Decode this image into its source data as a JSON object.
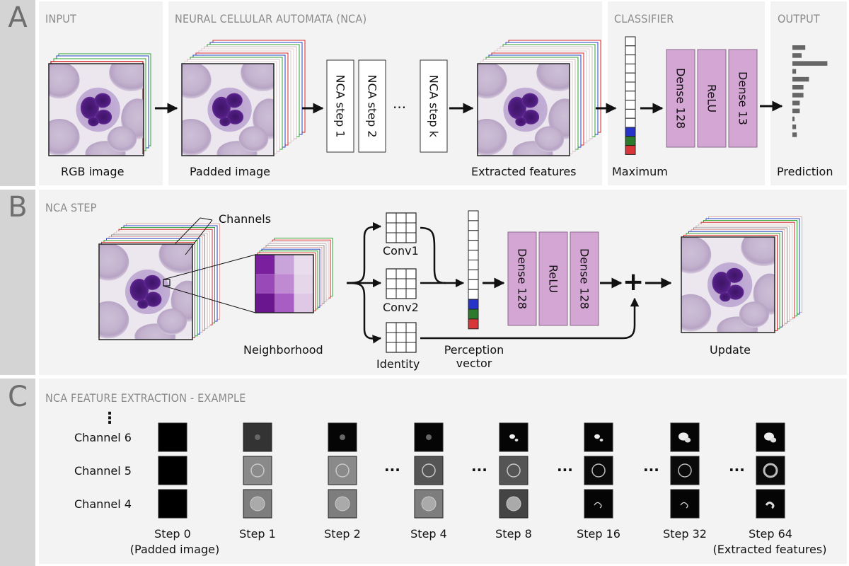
{
  "panels": {
    "a": {
      "letter": "A",
      "input_title": "INPUT",
      "nca_title": "NEURAL CELLULAR AUTOMATA (NCA)",
      "classifier_title": "CLASSIFIER",
      "output_title": "OUTPUT",
      "rgb_label": "RGB image",
      "padded_label": "Padded image",
      "extracted_label": "Extracted features",
      "maximum_label": "Maximum",
      "prediction_label": "Prediction",
      "nca_steps": [
        "NCA step 1",
        "NCA step 2",
        "NCA step k"
      ],
      "ellipsis": "···",
      "classifier_layers": [
        "Dense 128",
        "ReLU",
        "Dense 13"
      ],
      "prediction_bars": [
        0.35,
        0.25,
        0.95,
        0.1,
        0.45,
        0.3,
        0.3,
        0.2,
        0.2,
        0.05,
        0.1,
        0.12
      ]
    },
    "b": {
      "letter": "B",
      "title": "NCA STEP",
      "channels_label": "Channels",
      "neighborhood_label": "Neighborhood",
      "conv1_label": "Conv1",
      "conv2_label": "Conv2",
      "identity_label": "Identity",
      "perception_label_1": "Perception",
      "perception_label_2": "vector",
      "update_label": "Update",
      "layers": [
        "Dense 128",
        "ReLU",
        "Dense 128"
      ],
      "plus": "+"
    },
    "c": {
      "letter": "C",
      "title": "NCA FEATURE EXTRACTION - EXAMPLE",
      "vdots": "⋮",
      "channels": [
        "Channel 6",
        "Channel 5",
        "Channel 4"
      ],
      "steps": [
        "Step 0",
        "Step 1",
        "Step 2",
        "Step 4",
        "Step 8",
        "Step 16",
        "Step 32",
        "Step 64"
      ],
      "step0_sub": "(Padded image)",
      "step64_sub": "(Extracted features)",
      "ellipsis": "···"
    }
  },
  "colors": {
    "layer_fill": "#d4a6d4",
    "layer_stroke": "#8a6a8a",
    "panel_bg": "#f3f3f3",
    "letter_strip": "#d4d4d4",
    "arrow": "#111111",
    "vector_blue": "#2634c9",
    "vector_green": "#2c7a2c",
    "vector_red": "#d9363a",
    "neighborhood_cells": [
      "#7a1f9e",
      "#c9a4da",
      "#e9dcec",
      "#9a49b8",
      "#c08ad2",
      "#e6d6ea",
      "#6a168f",
      "#a85dc4",
      "#dfc8e6"
    ]
  }
}
